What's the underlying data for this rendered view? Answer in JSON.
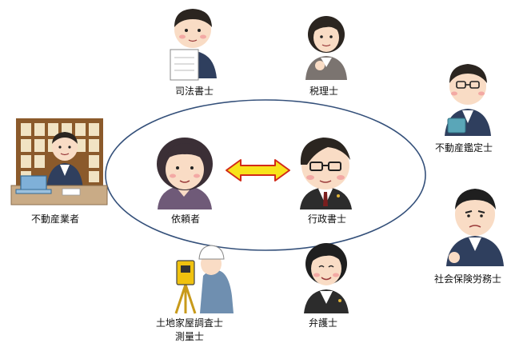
{
  "people": {
    "client": "依頼者",
    "gyosei": "行政書士",
    "shiho": "司法書士",
    "zeiri": "税理士",
    "kantei": "不動産鑑定士",
    "sharoushi": "社会保険労務士",
    "bengoshi": "弁護士",
    "tochi_line1": "土地家屋調査士",
    "tochi_line2": "測量士",
    "fudosan": "不動産業者"
  },
  "icons": {
    "client": "elderly-woman-icon",
    "gyosei": "administrative-scrivener-icon",
    "shiho": "judicial-scrivener-icon",
    "zeiri": "tax-accountant-icon",
    "kantei": "real-estate-appraiser-icon",
    "sharoushi": "labor-consultant-icon",
    "bengoshi": "lawyer-icon",
    "tochi": "land-surveyor-icon",
    "fudosan": "real-estate-agent-icon"
  },
  "colors": {
    "arrow_fill": "#f8e31a",
    "arrow_stroke": "#d22a18",
    "ellipse_stroke": "#34507a",
    "suit": "#2f3f5e",
    "skin": "#f9dcc5"
  }
}
